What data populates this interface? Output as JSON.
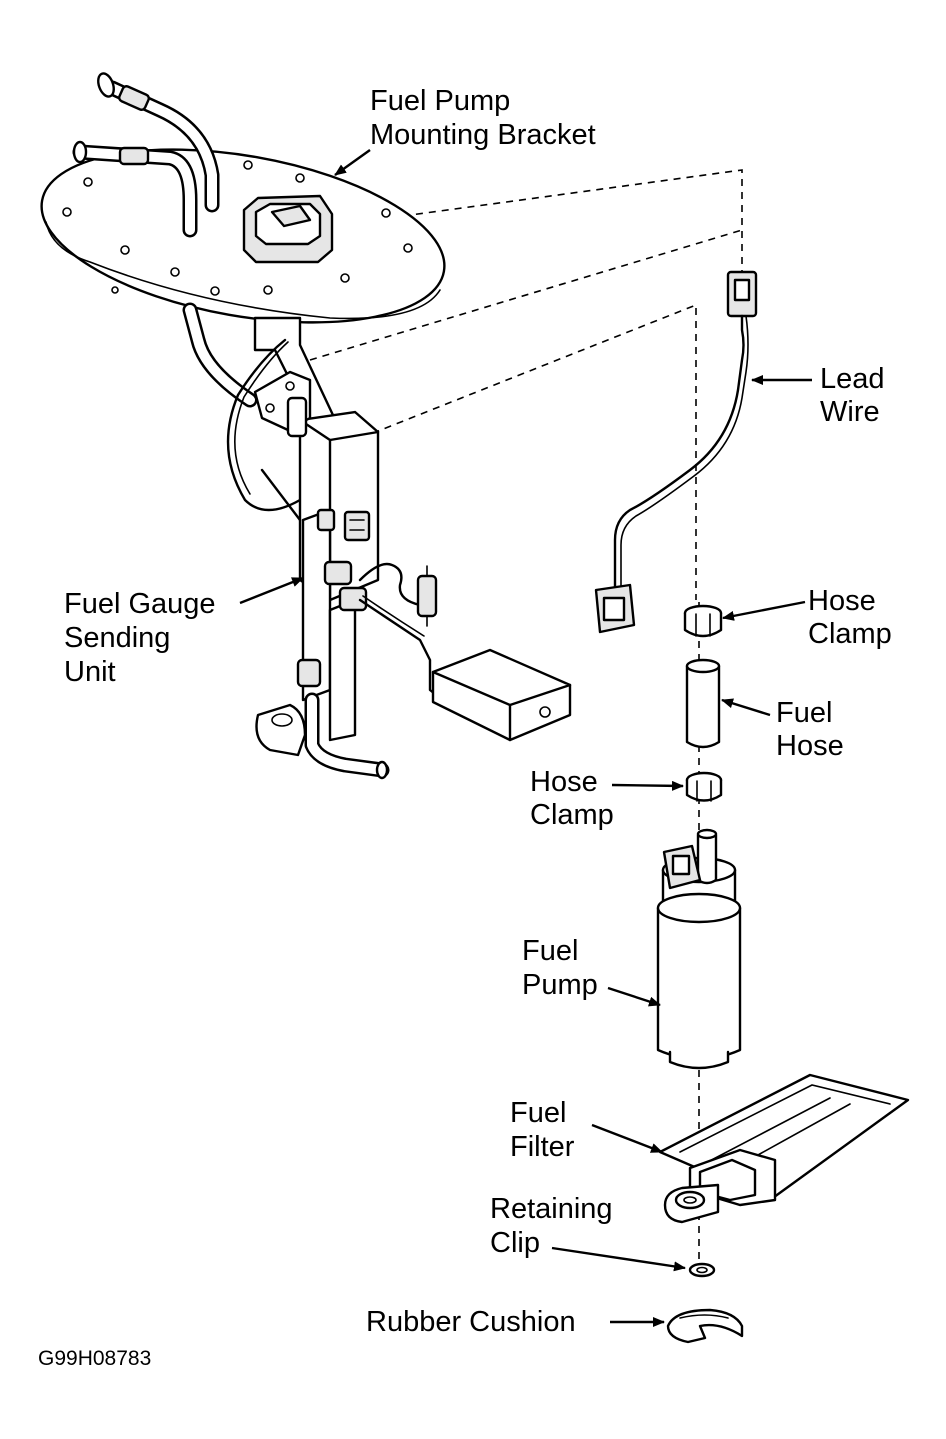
{
  "diagram": {
    "labels": {
      "bracket": [
        "Fuel Pump",
        "Mounting Bracket"
      ],
      "lead_wire": [
        "Lead",
        "Wire"
      ],
      "hose_clamp_upper": [
        "Hose",
        "Clamp"
      ],
      "fuel_hose": [
        "Fuel",
        "Hose"
      ],
      "hose_clamp_lower": [
        "Hose",
        "Clamp"
      ],
      "gauge": [
        "Fuel Gauge",
        "Sending",
        "Unit"
      ],
      "pump": [
        "Fuel",
        "Pump"
      ],
      "filter": [
        "Fuel",
        "Filter"
      ],
      "retaining_clip": [
        "Retaining",
        "Clip"
      ],
      "rubber_cushion": "Rubber Cushion"
    },
    "reference_code": "G99H08783"
  }
}
